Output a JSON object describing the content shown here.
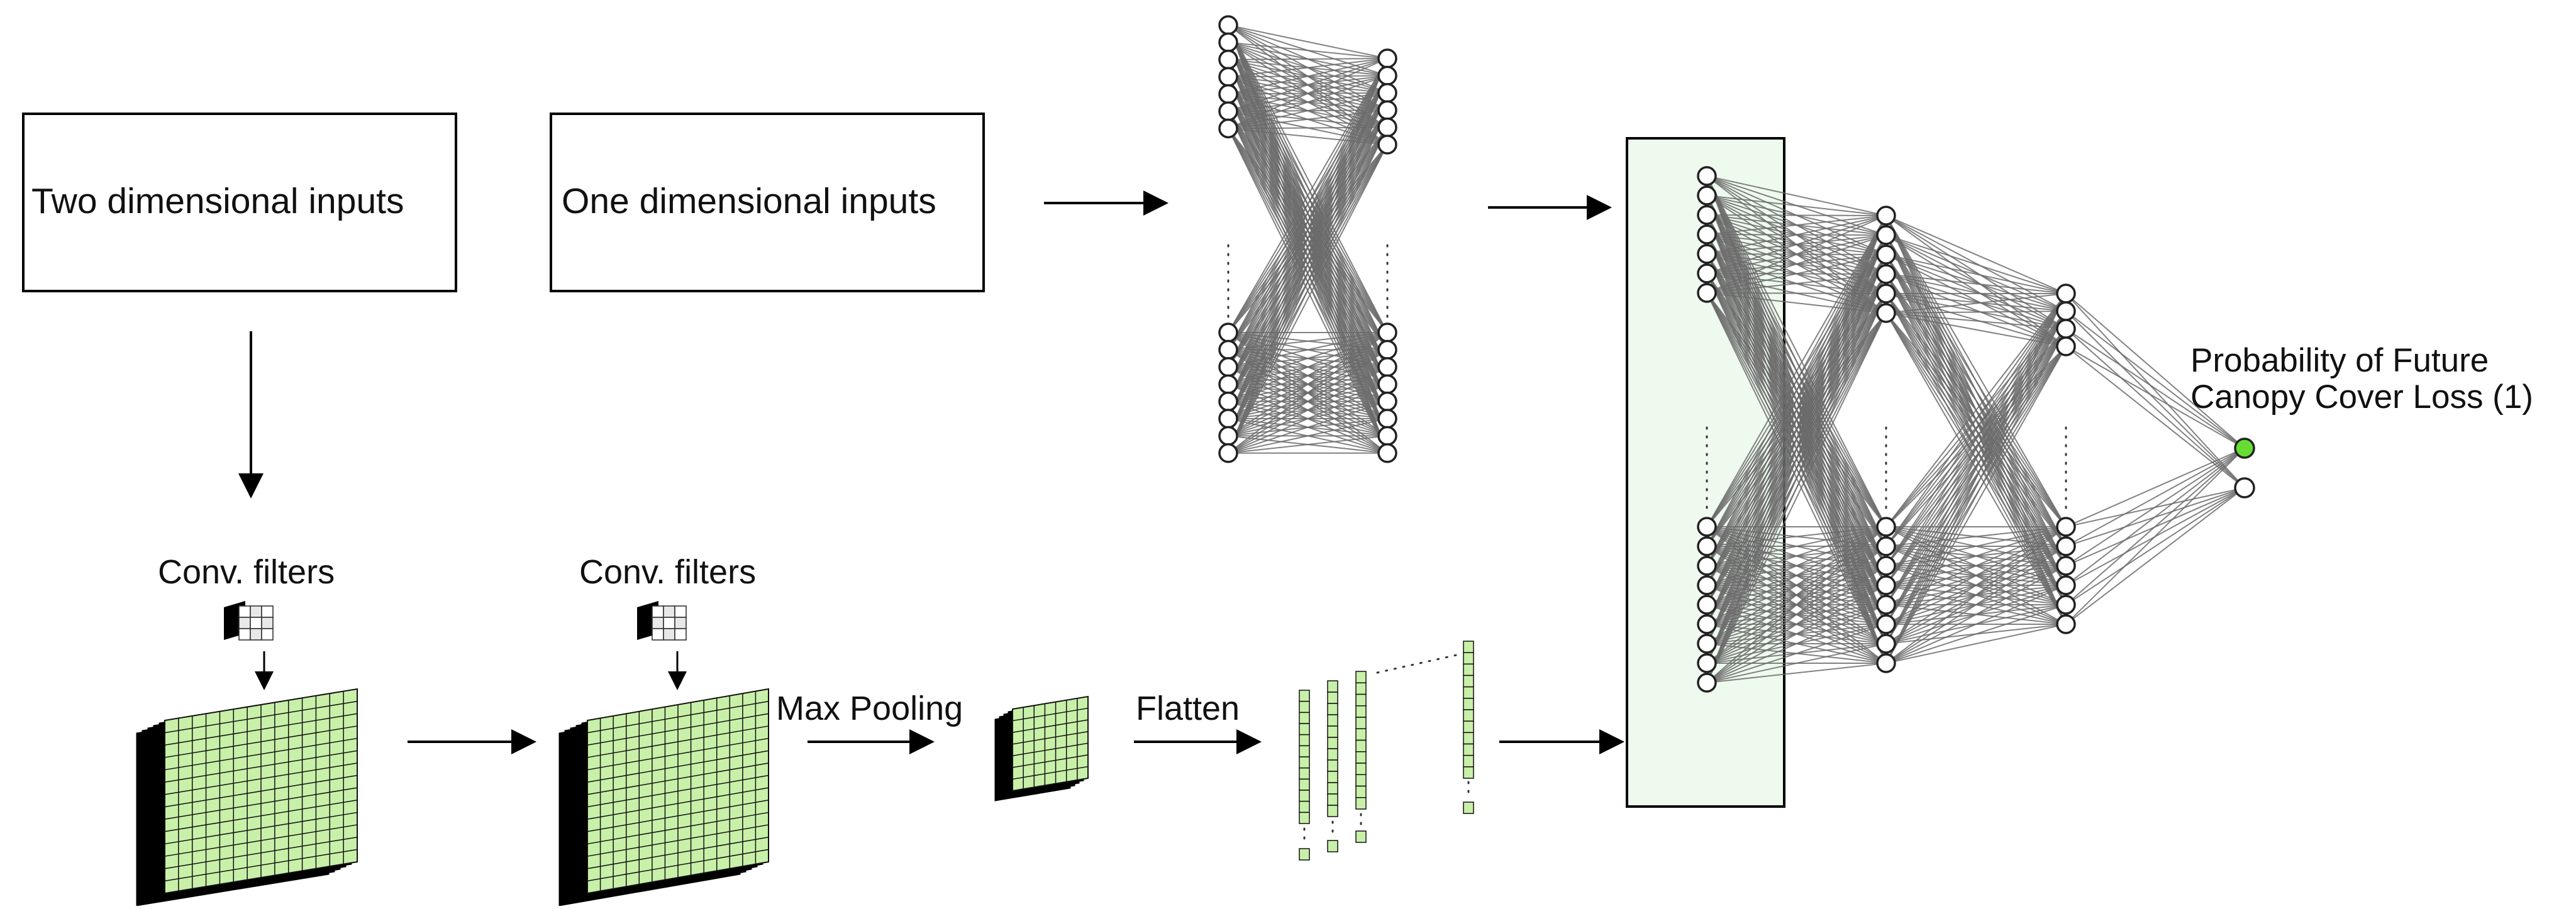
{
  "inputs": {
    "two_dim": "Two dimensional inputs",
    "one_dim": "One dimensional inputs"
  },
  "cnn": {
    "conv_filters_1": "Conv. filters",
    "conv_filters_2": "Conv. filters",
    "max_pooling": "Max Pooling",
    "flatten": "Flatten"
  },
  "output": {
    "line1": "Probability of Future",
    "line2": "Canopy Cover Loss (1)"
  },
  "colors": {
    "feature_map": "#c8f0a8",
    "fusion_panel": "#eefaee",
    "output_node": "#66dd33",
    "edge": "#6b6b6b"
  },
  "network": {
    "mlp_left_nodes": 15,
    "mlp_right_nodes": 14,
    "fusion_layers": [
      16,
      14,
      10,
      2
    ],
    "highlighted_output": "Probability of Future Canopy Cover Loss (1)"
  }
}
